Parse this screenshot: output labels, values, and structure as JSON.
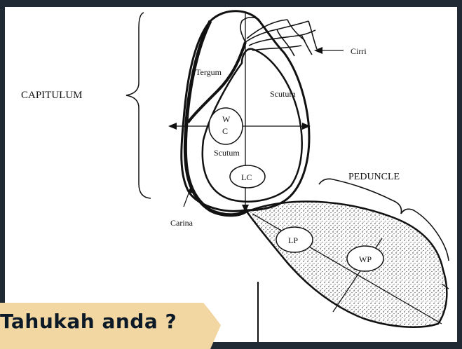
{
  "diagram": {
    "labels": {
      "capitulum": "CAPITULUM",
      "cirri": "Cirri",
      "tergum": "Tergum",
      "scutum_right": "Scutum",
      "scutum_lower": "Scutum",
      "wc_w": "W",
      "wc_c": "C",
      "lc": "LC",
      "peduncle": "PEDUNCLE",
      "carina": "Carina",
      "lp": "LP",
      "wp": "WP"
    }
  },
  "banner": {
    "text": "Tahukah anda ?",
    "color": "#f3d7a2"
  }
}
